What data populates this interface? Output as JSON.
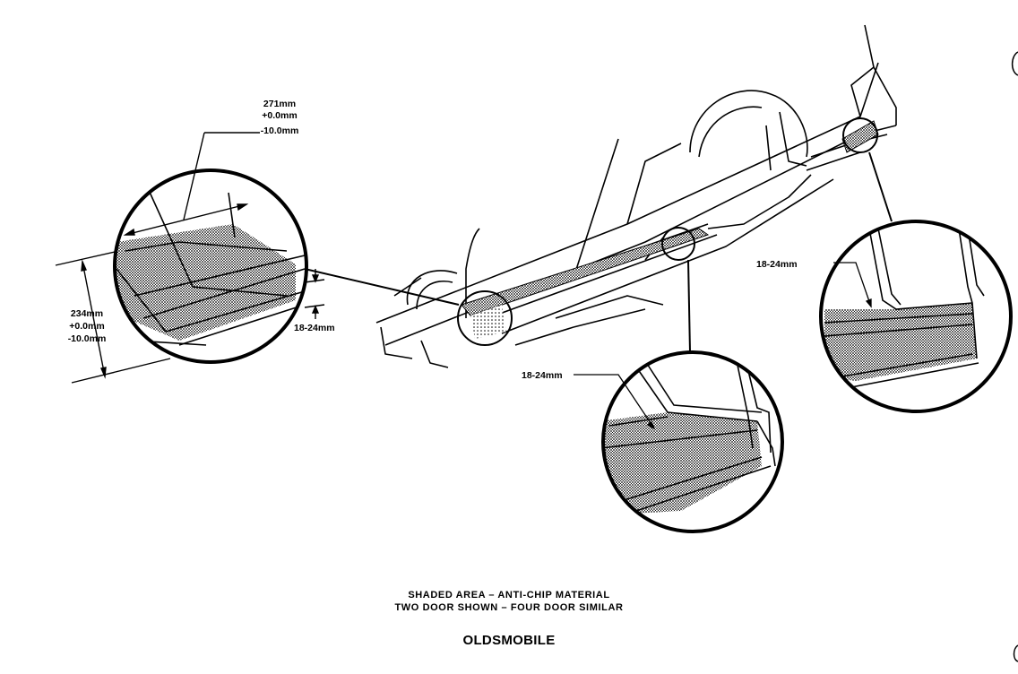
{
  "labels": {
    "width_dim": [
      "271mm",
      "+0.0mm",
      "-10.0mm"
    ],
    "height_dim": [
      "234mm",
      "+0.0mm",
      "-10.0mm"
    ],
    "gap_left": "18-24mm",
    "gap_center": "18-24mm",
    "gap_right": "18-24mm"
  },
  "caption": {
    "line1": "SHADED AREA – ANTI-CHIP MATERIAL",
    "line2": "TWO DOOR SHOWN – FOUR DOOR SIMILAR"
  },
  "brand": "OLDSMOBILE",
  "colors": {
    "ink": "#000000",
    "paper": "#ffffff"
  }
}
